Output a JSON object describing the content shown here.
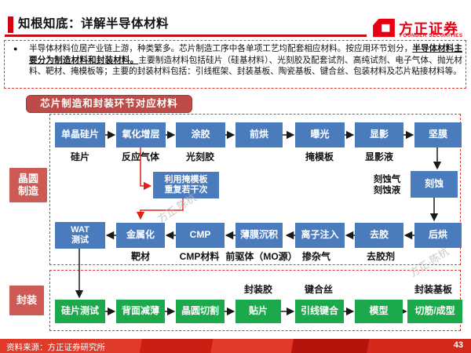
{
  "header": {
    "title": "知根知底：详解半导体材料",
    "logo": {
      "cn": "方正证券",
      "en": "FOUNDER SECURITIES"
    }
  },
  "intro": {
    "bullet": "●",
    "text_normal_1": "半导体材料位居产业链上游，种类繁多。芯片制造工序中各单项工艺均配套相应材料。按应用环节划分，",
    "text_bold_underline": "半导体材料主要分为制造材料和封装材料。",
    "text_normal_2": "主要制造材料包括硅片（硅基材料）、光刻胶及配套试剂、高纯试剂、电子气体、抛光材料、靶材、掩模板等；主要的封装材料包括：引线框架、封装基板、陶瓷基板、键合丝、包装材料及芯片粘接材料等。"
  },
  "banner": "芯片制造和封装环节对应材料",
  "sections": {
    "wafer_fab": "晶圆\n制造",
    "packaging": "封装"
  },
  "flow": {
    "row1_nodes": [
      "单晶硅片",
      "氧化增层",
      "涂胶",
      "前烘",
      "曝光",
      "显影",
      "坚膜"
    ],
    "row1_materials": {
      "silicon_wafer": "硅片",
      "reaction_gas": "反应气体",
      "photoresist": "光刻胶",
      "mask": "掩模板",
      "developer": "显影液"
    },
    "loop_note": "利用掩模板\n重复若干次",
    "etch_node": "刻蚀",
    "etch_materials": "刻蚀气\n刻蚀液",
    "row2_nodes": [
      "WAT\n测试",
      "金属化",
      "CMP",
      "薄膜沉积",
      "离子注入",
      "去胶",
      "后烘"
    ],
    "row2_materials": {
      "target": "靶材",
      "cmp_material": "CMP材料",
      "precursor": "前驱体（MO源）",
      "dopant_gas": "掺杂气",
      "stripper": "去胶剂"
    },
    "pkg_nodes": [
      "硅片测试",
      "背面减薄",
      "晶圆切割",
      "贴片",
      "引线键合",
      "模型",
      "切筋/成型"
    ],
    "pkg_materials": {
      "molding_glue": "封装胶",
      "bonding_wire": "键合丝",
      "substrate": "封装基板"
    }
  },
  "watermarks": {
    "wm1": "方正 陈杭",
    "wm2": "方正·陈杭"
  },
  "footer": {
    "source": "资料来源：方正证券研究所",
    "page": "43"
  },
  "colors": {
    "brand_red": "#e60012",
    "node_blue": "#4a7cbd",
    "node_green": "#1ca94b",
    "label_red": "#cd5a55",
    "dashed_red": "#e0392b"
  }
}
